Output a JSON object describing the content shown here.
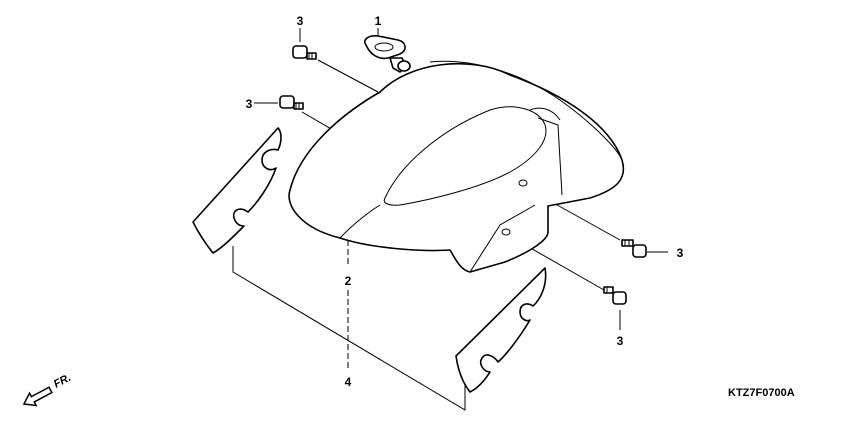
{
  "diagram": {
    "callouts": {
      "c1": "1",
      "c2": "2",
      "c3a": "3",
      "c3b": "3",
      "c3c": "3",
      "c3d": "3",
      "c4": "4"
    },
    "drawing_code": "KTZ7F0700A",
    "direction_label": "FR."
  }
}
